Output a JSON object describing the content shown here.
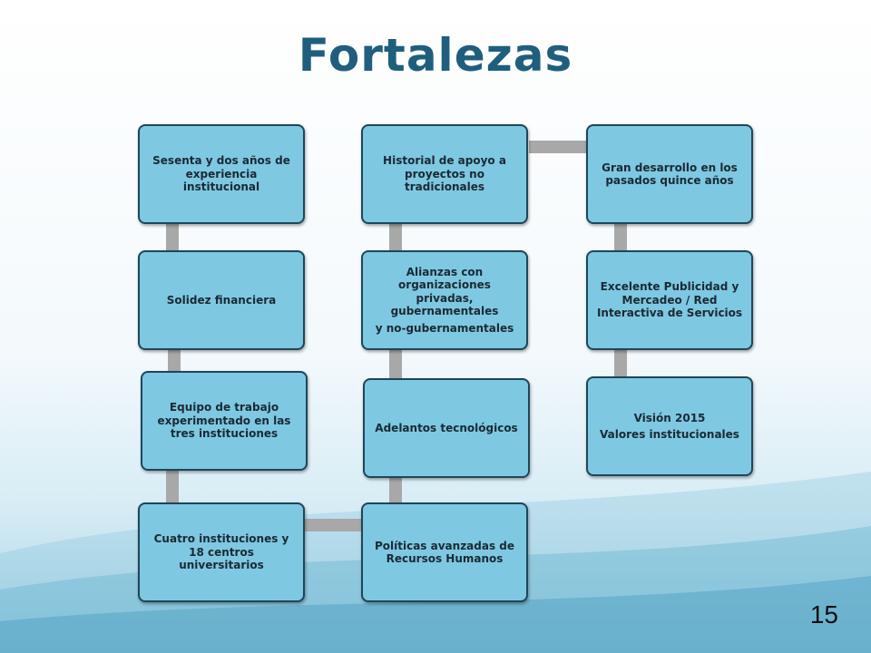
{
  "slide": {
    "title": "Fortalezas",
    "page_number": "15"
  },
  "diagram": {
    "column1": [
      {
        "text": "Sesenta y dos años de experiencia institucional"
      },
      {
        "text": "Solidez financiera"
      },
      {
        "text": "Equipo de trabajo experimentado en las tres instituciones"
      },
      {
        "text": "Cuatro instituciones y 18 centros universitarios"
      }
    ],
    "column2": [
      {
        "text": "Historial de apoyo a proyectos no tradicionales"
      },
      {
        "text": "Alianzas con organizaciones privadas, gubernamentales",
        "text2": "y no-gubernamentales"
      },
      {
        "text": "Adelantos tecnológicos"
      },
      {
        "text": "Políticas avanzadas de Recursos Humanos"
      }
    ],
    "column3": [
      {
        "text": "Gran desarrollo en los pasados quince años"
      },
      {
        "text": "Excelente Publicidad y Mercadeo / Red Interactiva de Servicios"
      },
      {
        "text": "Visión 2015",
        "text2": "Valores institucionales"
      }
    ]
  },
  "colors": {
    "title": "#1f5f7d",
    "box_fill": "#7ec8e2",
    "box_border": "#1e4658",
    "connector": "#a8a8a8"
  }
}
